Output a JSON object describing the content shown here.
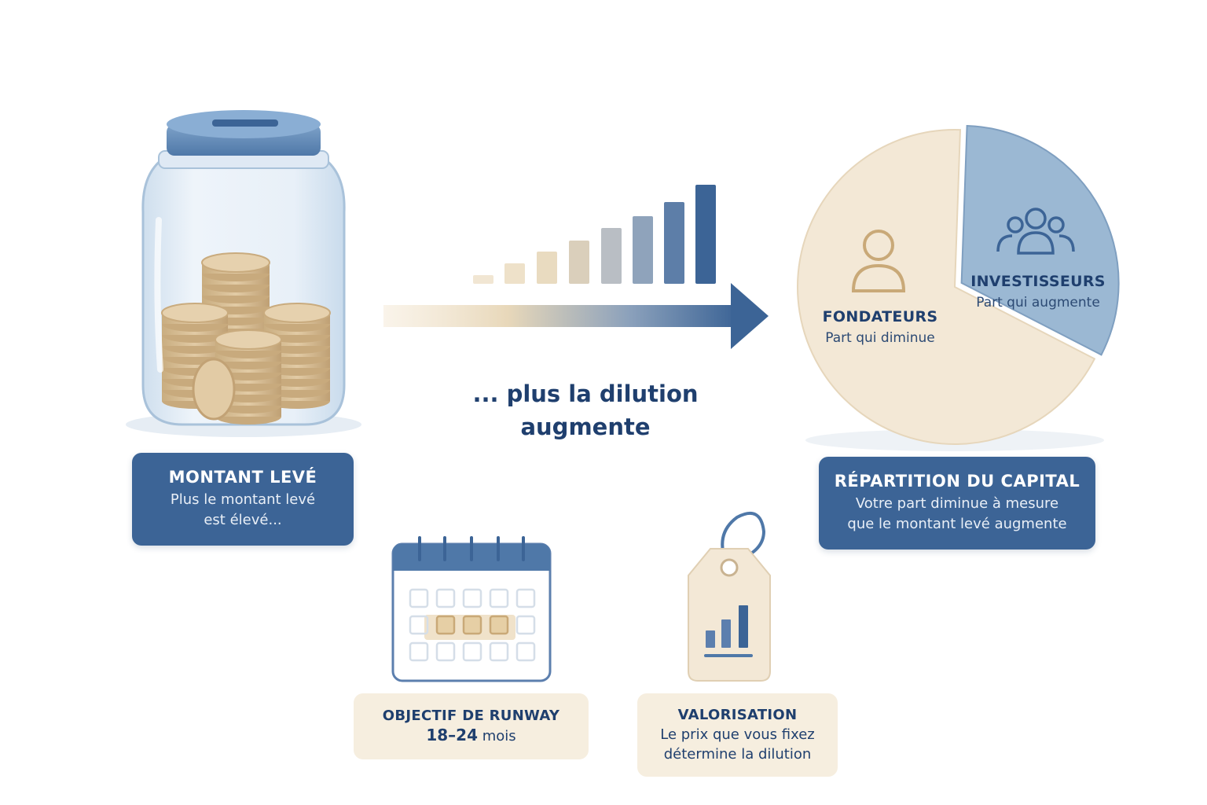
{
  "left_card": {
    "title": "MONTANT LEVÉ",
    "line1": "Plus le montant levé",
    "line2": "est élevé..."
  },
  "middle": {
    "caption_line1": "... plus la dilution",
    "caption_line2": "augmente"
  },
  "pie": {
    "founders": {
      "title": "FONDATEURS",
      "subtitle": "Part qui diminue",
      "share": 0.68,
      "color": "#f3e8d6",
      "icon": "person-icon"
    },
    "investors": {
      "title": "INVESTISSEURS",
      "subtitle": "Part qui augmente",
      "share": 0.32,
      "color": "#9bb8d3",
      "icon": "group-icon"
    }
  },
  "right_card": {
    "title": "RÉPARTITION DU CAPITAL",
    "line1": "Votre part diminue à mesure",
    "line2": "que le montant levé augmente"
  },
  "runway_card": {
    "title": "OBJECTIF DE RUNWAY",
    "value": "18–24",
    "unit": "mois",
    "icon": "calendar-icon"
  },
  "valuation_card": {
    "title": "VALORISATION",
    "line1": "Le prix que vous fixez",
    "line2": "détermine la dilution",
    "icon": "price-tag-icon"
  },
  "colors": {
    "navy": "#1f3f6e",
    "blue": "#3c6496",
    "light_blue": "#9bb8d3",
    "beige": "#f3e8d6",
    "gold": "#d9c19a"
  }
}
